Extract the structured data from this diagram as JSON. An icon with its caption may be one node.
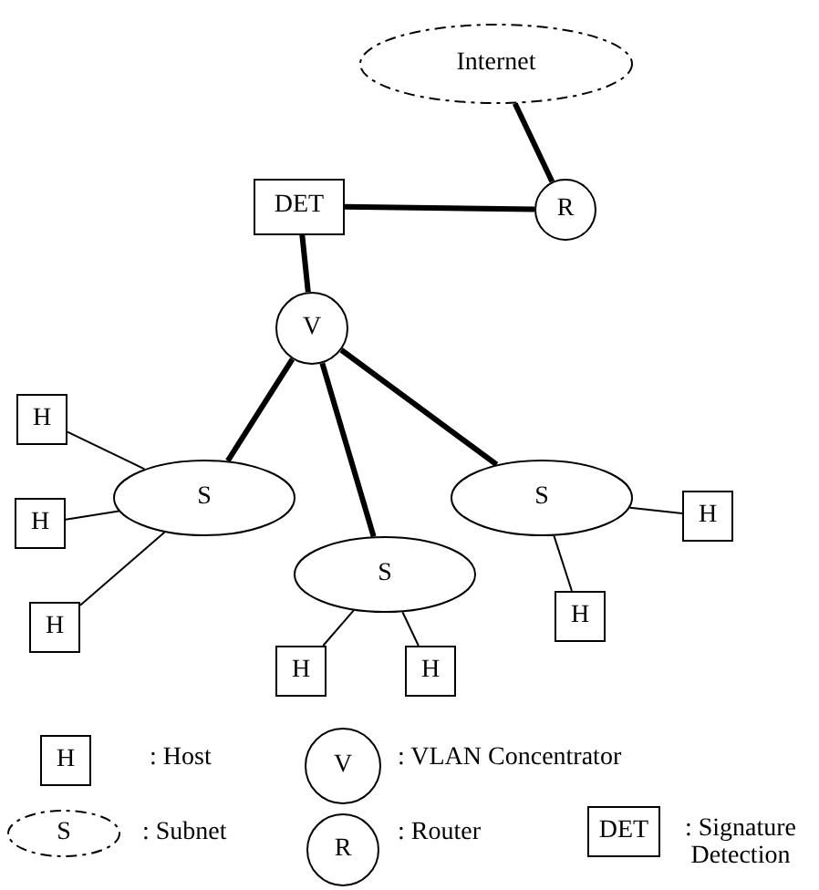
{
  "diagram": {
    "nodes": [
      {
        "text": [
          "Internet"
        ]
      },
      {
        "text": [
          "R"
        ]
      },
      {
        "text": [
          "DET"
        ]
      },
      {
        "text": [
          "V"
        ]
      },
      {
        "text": [
          "S"
        ]
      },
      {
        "text": [
          "S"
        ]
      },
      {
        "text": [
          "S"
        ]
      },
      {
        "text": [
          "H"
        ]
      },
      {
        "text": [
          "H"
        ]
      },
      {
        "text": [
          "H"
        ]
      },
      {
        "text": [
          "H"
        ]
      },
      {
        "text": [
          "H"
        ]
      },
      {
        "text": [
          "H"
        ]
      },
      {
        "text": [
          "H"
        ]
      },
      {
        "text": [
          "H"
        ],
        "beside": [
          ": Host"
        ]
      },
      {
        "text": [
          "V"
        ],
        "beside": [
          ": VLAN Concentrator"
        ]
      },
      {
        "text": [
          "S"
        ],
        "beside": [
          ": Subnet"
        ]
      },
      {
        "text": [
          "R"
        ],
        "beside": [
          ": Router"
        ]
      },
      {
        "text": [
          "DET"
        ],
        "beside": [
          ": Signature Detection"
        ]
      }
    ],
    "edges": [
      {
        "from": 0,
        "to": 1,
        "arrow": "none",
        "style": "thick"
      },
      {
        "from": 1,
        "to": 2,
        "arrow": "none",
        "style": "thick"
      },
      {
        "from": 2,
        "to": 3,
        "arrow": "none",
        "style": "thick"
      },
      {
        "from": 3,
        "to": 4,
        "arrow": "none",
        "style": "thick"
      },
      {
        "from": 3,
        "to": 5,
        "arrow": "none",
        "style": "thick"
      },
      {
        "from": 3,
        "to": 6,
        "arrow": "none",
        "style": "thick"
      },
      {
        "from": 4,
        "to": 7,
        "arrow": "none"
      },
      {
        "from": 4,
        "to": 8,
        "arrow": "none"
      },
      {
        "from": 4,
        "to": 9,
        "arrow": "none"
      },
      {
        "from": 5,
        "to": 10,
        "arrow": "none"
      },
      {
        "from": 5,
        "to": 11,
        "arrow": "none"
      },
      {
        "from": 6,
        "to": 12,
        "arrow": "none"
      },
      {
        "from": 6,
        "to": 13,
        "arrow": "none"
      }
    ]
  }
}
